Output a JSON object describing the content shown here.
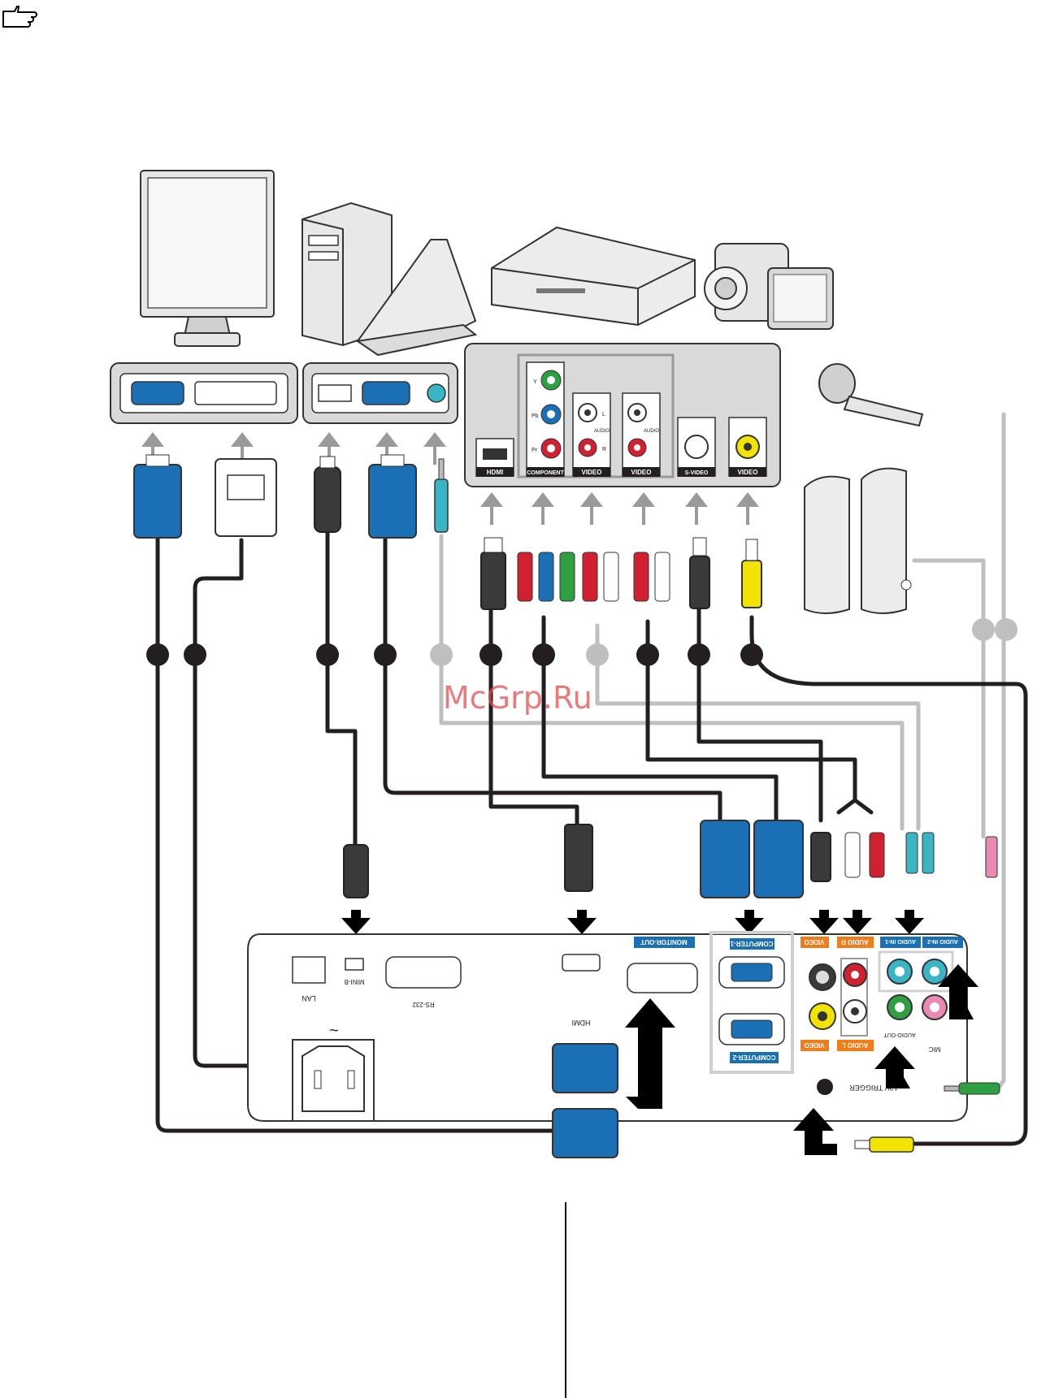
{
  "watermark": "McGrp.Ru",
  "icons": {
    "note": "pointing-hand-icon"
  },
  "colors": {
    "vga_blue": "#1a6fb5",
    "cable_dark": "#231f20",
    "cable_gray": "#bfbfbf",
    "panel_gray": "#d9d9d9",
    "label_blue": "#1a6fb5",
    "label_orange": "#f07c1a",
    "rca_red": "#d1202f",
    "rca_green": "#2ea043",
    "rca_blue": "#1a6fb5",
    "rca_yellow": "#f2e400",
    "rca_white": "#ffffff",
    "jack_cyan": "#3ab5c6",
    "jack_pink": "#e88ab1"
  },
  "source_panels": {
    "av_labels": {
      "y": "Y",
      "pb": "Pb",
      "pr": "Pr",
      "hdmi": "HDMI",
      "component": "COMPONENT",
      "video_1": "VIDEO",
      "video_2": "VIDEO",
      "audio_1": "AUDIO",
      "audio_2": "AUDIO",
      "l": "L",
      "r": "R",
      "svideo": "S-VIDEO",
      "video_3": "VIDEO"
    }
  },
  "projector": {
    "lan": "LAN",
    "mini_b": "MINI-B",
    "rs232": "RS-232",
    "hdmi": "HDMI",
    "monitor_out": "MONITOR-OUT",
    "computer_1": "COMPUTER-1",
    "computer_2": "COMPUTER-2",
    "video_top": "VIDEO",
    "audio_r": "AUDIO R",
    "video_bottom": "VIDEO",
    "audio_l": "AUDIO L",
    "audio_in_1": "AUDIO IN-1",
    "audio_in_2": "AUDIO IN-2",
    "audio_out": "AUDIO-OUT",
    "mic": "MIC",
    "trigger": "12V TRIGGER"
  }
}
